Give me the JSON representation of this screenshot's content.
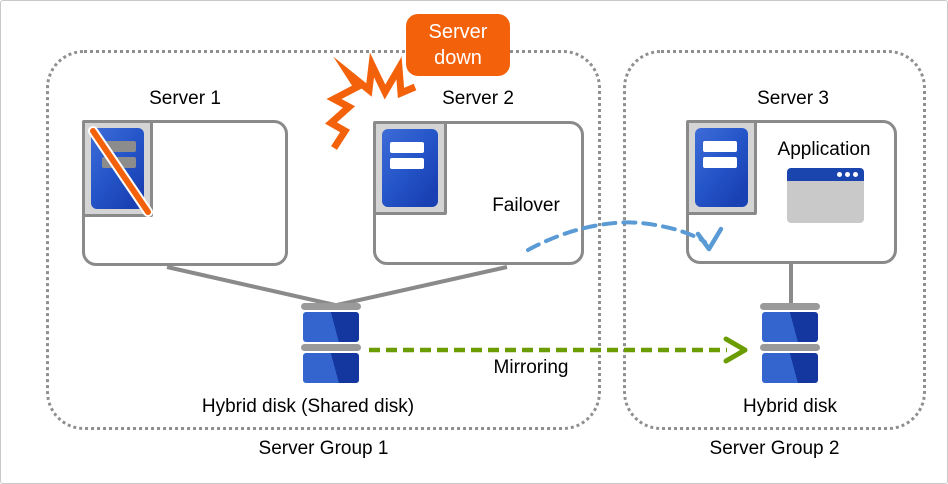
{
  "groups": [
    {
      "label": "Server Group 1"
    },
    {
      "label": "Server Group 2"
    }
  ],
  "badge": {
    "text": "Server down"
  },
  "servers": [
    {
      "name": "Server 1",
      "status": "down"
    },
    {
      "name": "Server 2",
      "status": "up"
    },
    {
      "name": "Server 3",
      "status": "up"
    }
  ],
  "labels": {
    "failover": "Failover",
    "mirroring": "Mirroring",
    "application": "Application",
    "disk1": "Hybrid disk (Shared disk)",
    "disk2": "Hybrid disk"
  },
  "icons": {
    "server": "server-tower-icon",
    "disabled": "disabled-slash-icon",
    "shock": "shock-burst-icon",
    "disk": "hybrid-disk-icon",
    "application_window": "application-window-icon"
  },
  "colors": {
    "accent_orange": "#F4610B",
    "server_blue_light": "#3E6CD8",
    "server_blue": "#2455C8",
    "server_blue_dark": "#1A41B4",
    "disk_blue": "#3465CE",
    "disk_blue_dark": "#13379F",
    "failover_blue": "#5B9BD5",
    "mirroring_green": "#6B9C00",
    "line_gray": "#8A8A8A",
    "icon_bg_gray": "#D4D4D4",
    "cap_gray": "#9A9A9A",
    "stripe_gray": "#8C8C8C",
    "window_titlebar_blue": "#1B45AE",
    "window_body_gray": "#C9C9C9"
  }
}
